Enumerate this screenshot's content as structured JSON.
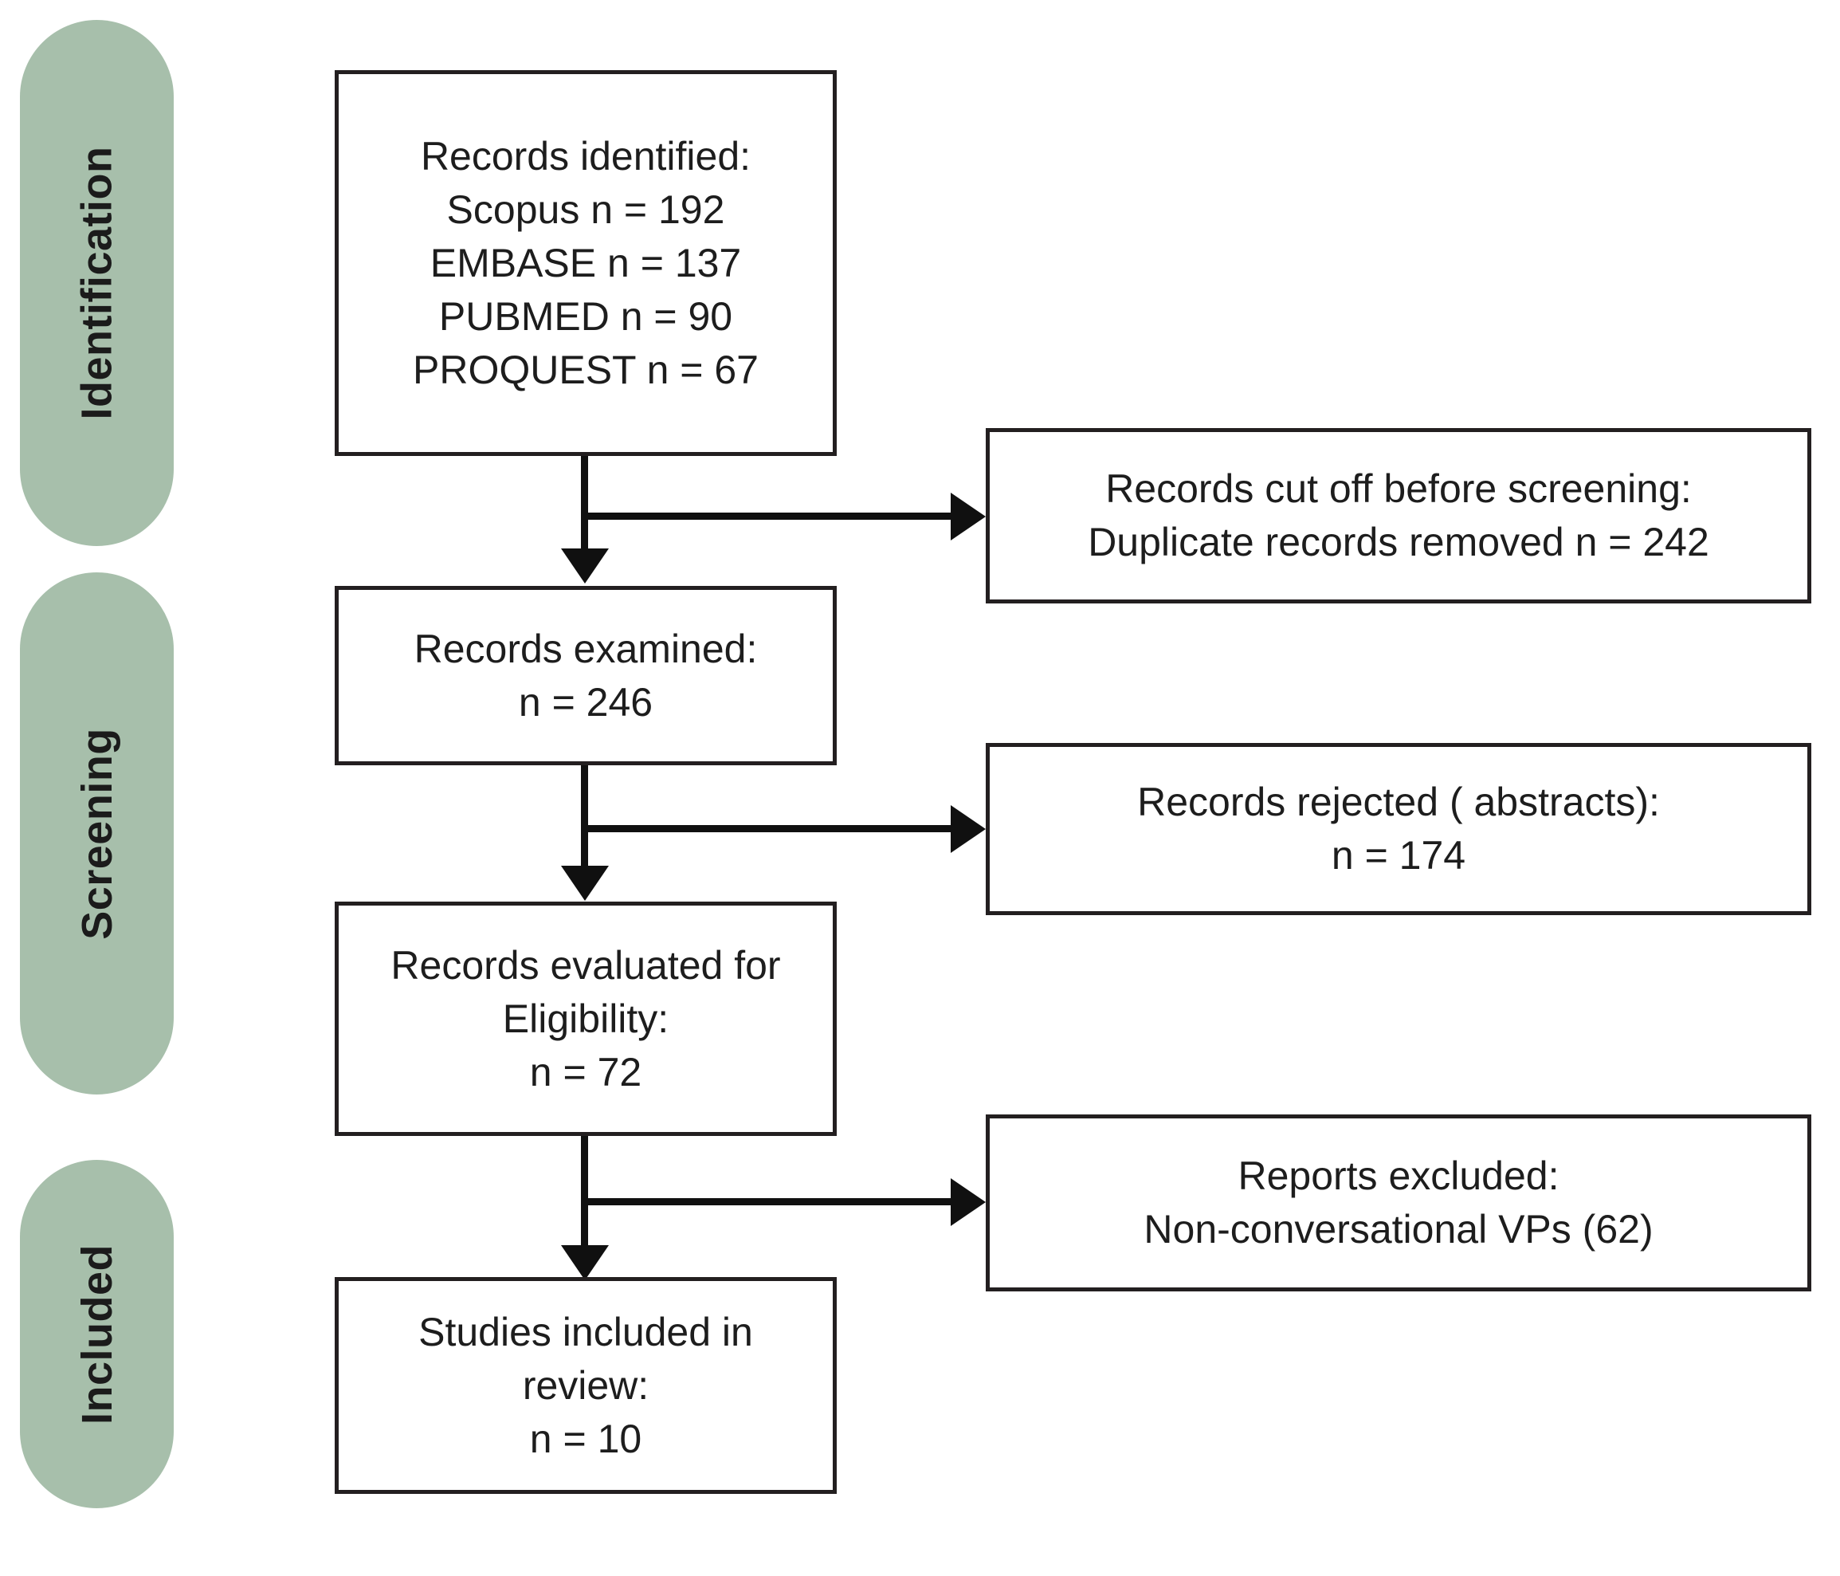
{
  "diagram": {
    "type": "prisma-flow-diagram",
    "stages": [
      {
        "id": "identification",
        "label": "Identification"
      },
      {
        "id": "screening",
        "label": "Screening"
      },
      {
        "id": "included",
        "label": "Included"
      }
    ],
    "main_boxes": [
      {
        "id": "records-identified",
        "lines": [
          "Records identified:",
          "Scopus n = 192",
          "EMBASE n = 137",
          "PUBMED n = 90",
          "PROQUEST n = 67"
        ]
      },
      {
        "id": "records-examined",
        "lines": [
          "Records examined:",
          "n = 246"
        ]
      },
      {
        "id": "records-evaluated-eligibility",
        "lines": [
          "Records evaluated for",
          "Eligibility:",
          "n = 72"
        ]
      },
      {
        "id": "studies-included",
        "lines": [
          "Studies included in",
          "review:",
          "n = 10"
        ]
      }
    ],
    "exclusion_boxes": [
      {
        "id": "records-cut-off",
        "lines": [
          "Records cut off before screening:",
          "Duplicate records removed n = 242"
        ]
      },
      {
        "id": "records-rejected",
        "lines": [
          "Records rejected ( abstracts):",
          "n = 174"
        ]
      },
      {
        "id": "reports-excluded",
        "lines": [
          "Reports excluded:",
          "Non-conversational VPs (62)"
        ]
      }
    ],
    "colors": {
      "stage_pill": "#a7bfab",
      "box_border": "#231f20",
      "connector": "#101010",
      "text": "#1d1d1d",
      "background": "#ffffff"
    }
  }
}
